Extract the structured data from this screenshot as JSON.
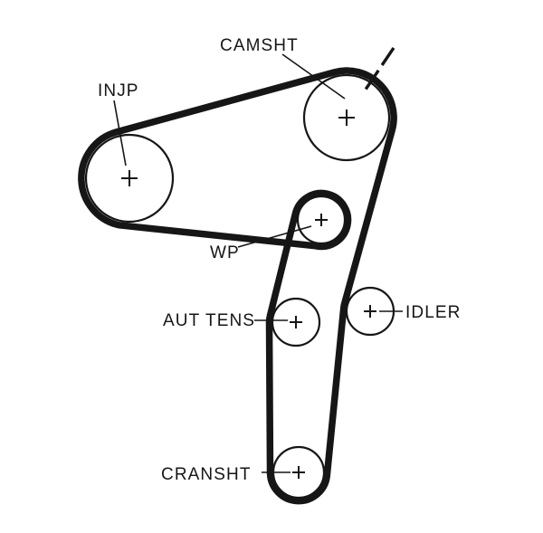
{
  "diagram": {
    "type": "timing-belt-routing",
    "labels": {
      "camsht": "CAMSHT",
      "injp": "INJP",
      "wp": "WP",
      "aut_tens": "AUT TENS",
      "idler": "IDLER",
      "cransht": "CRANSHT"
    },
    "pulleys": [
      {
        "id": "injp",
        "label": "INJP",
        "marker": "+"
      },
      {
        "id": "camsht",
        "label": "CAMSHT",
        "marker": "+"
      },
      {
        "id": "wp",
        "label": "WP",
        "marker": "+"
      },
      {
        "id": "aut_tens",
        "label": "AUT TENS",
        "marker": "+"
      },
      {
        "id": "idler",
        "label": "IDLER",
        "marker": "+"
      },
      {
        "id": "cransht",
        "label": "CRANSHT",
        "marker": "+"
      }
    ],
    "colors": {
      "belt": "#161616",
      "outline": "#161616",
      "text": "#161616",
      "background": "#ffffff"
    }
  }
}
